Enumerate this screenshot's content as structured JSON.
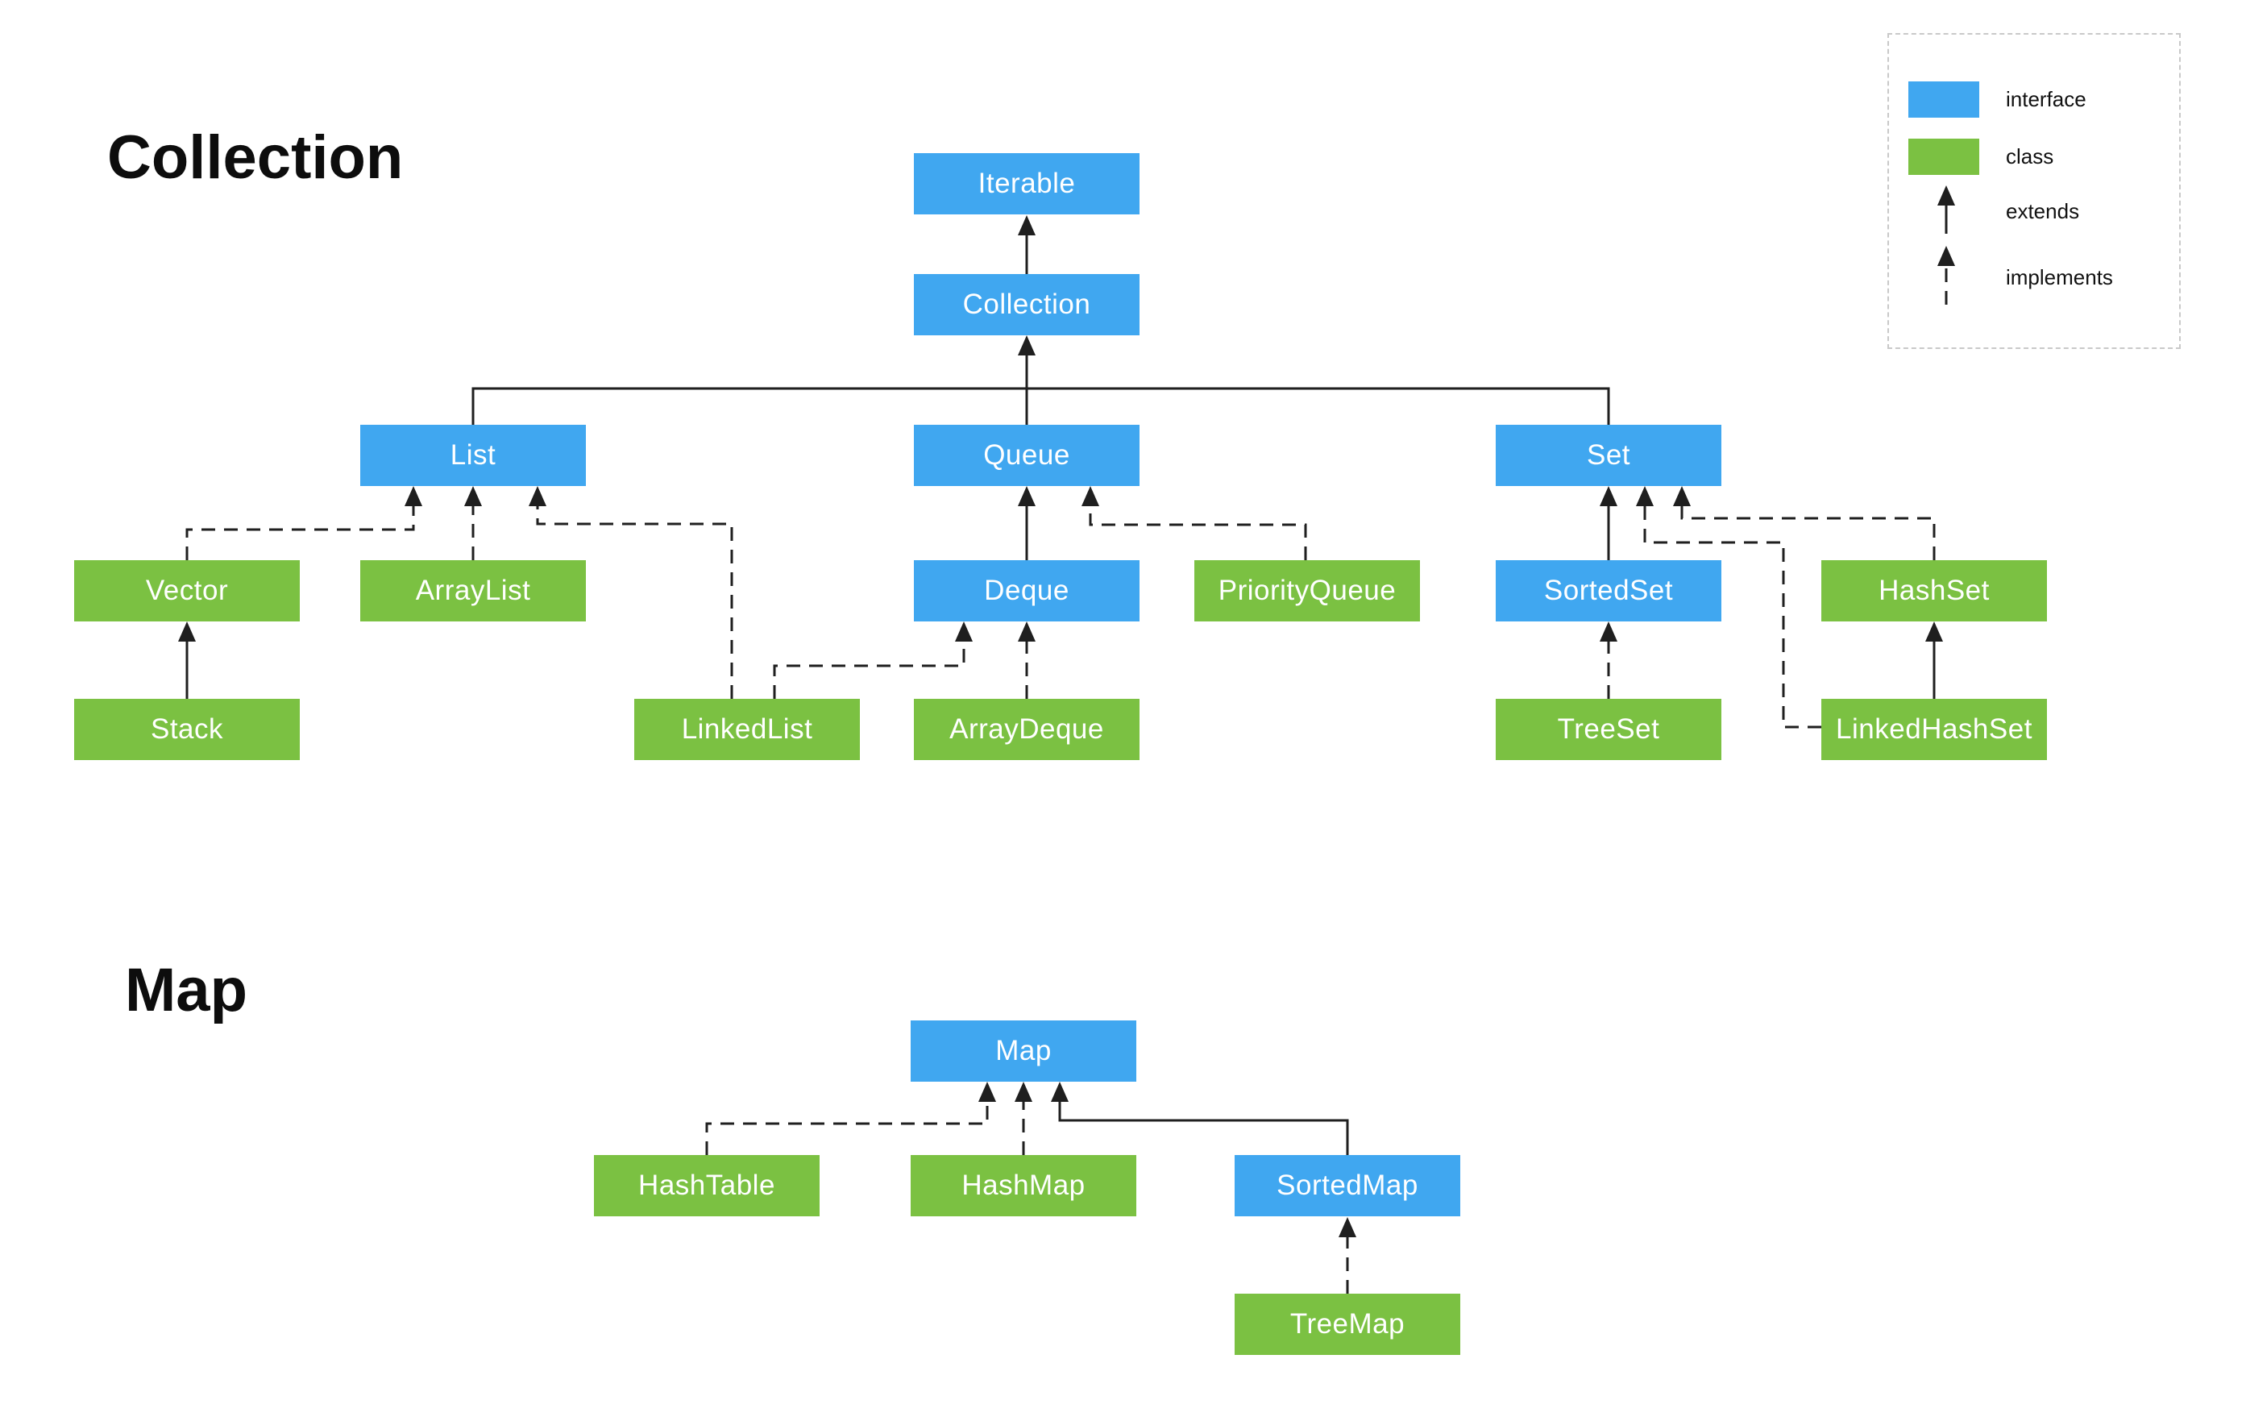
{
  "titles": {
    "collection": "Collection",
    "map": "Map"
  },
  "legend": {
    "interface_label": "interface",
    "class_label": "class",
    "extends_label": "extends",
    "implements_label": "implements"
  },
  "colors": {
    "interface_fill": "#40a7f0",
    "class_fill": "#7bc142",
    "edge_stroke": "#1f1f1f",
    "legend_border": "#c9c9c9",
    "title_color": "#0d0d0d",
    "background": "#ffffff"
  },
  "nodes": {
    "iterable": {
      "label": "Iterable",
      "type": "interface"
    },
    "collection": {
      "label": "Collection",
      "type": "interface"
    },
    "list": {
      "label": "List",
      "type": "interface"
    },
    "queue": {
      "label": "Queue",
      "type": "interface"
    },
    "set": {
      "label": "Set",
      "type": "interface"
    },
    "vector": {
      "label": "Vector",
      "type": "class"
    },
    "arraylist": {
      "label": "ArrayList",
      "type": "class"
    },
    "deque": {
      "label": "Deque",
      "type": "interface"
    },
    "priorityqueue": {
      "label": "PriorityQueue",
      "type": "class"
    },
    "sortedset": {
      "label": "SortedSet",
      "type": "interface"
    },
    "hashset": {
      "label": "HashSet",
      "type": "class"
    },
    "stack": {
      "label": "Stack",
      "type": "class"
    },
    "linkedlist": {
      "label": "LinkedList",
      "type": "class"
    },
    "arraydeque": {
      "label": "ArrayDeque",
      "type": "class"
    },
    "treeset": {
      "label": "TreeSet",
      "type": "class"
    },
    "linkedhashset": {
      "label": "LinkedHashSet",
      "type": "class"
    },
    "map": {
      "label": "Map",
      "type": "interface"
    },
    "hashtable": {
      "label": "HashTable",
      "type": "class"
    },
    "hashmap": {
      "label": "HashMap",
      "type": "class"
    },
    "sortedmap": {
      "label": "SortedMap",
      "type": "interface"
    },
    "treemap": {
      "label": "TreeMap",
      "type": "class"
    }
  },
  "edges": [
    {
      "from": "Collection",
      "to": "Iterable",
      "relation": "extends"
    },
    {
      "from": "List",
      "to": "Collection",
      "relation": "extends"
    },
    {
      "from": "Queue",
      "to": "Collection",
      "relation": "extends"
    },
    {
      "from": "Set",
      "to": "Collection",
      "relation": "extends"
    },
    {
      "from": "Vector",
      "to": "List",
      "relation": "implements"
    },
    {
      "from": "ArrayList",
      "to": "List",
      "relation": "implements"
    },
    {
      "from": "LinkedList",
      "to": "List",
      "relation": "implements"
    },
    {
      "from": "Stack",
      "to": "Vector",
      "relation": "extends"
    },
    {
      "from": "Deque",
      "to": "Queue",
      "relation": "extends"
    },
    {
      "from": "PriorityQueue",
      "to": "Queue",
      "relation": "implements"
    },
    {
      "from": "LinkedList",
      "to": "Deque",
      "relation": "implements"
    },
    {
      "from": "ArrayDeque",
      "to": "Deque",
      "relation": "implements"
    },
    {
      "from": "SortedSet",
      "to": "Set",
      "relation": "extends"
    },
    {
      "from": "HashSet",
      "to": "Set",
      "relation": "implements"
    },
    {
      "from": "LinkedHashSet",
      "to": "Set",
      "relation": "implements"
    },
    {
      "from": "TreeSet",
      "to": "SortedSet",
      "relation": "implements"
    },
    {
      "from": "LinkedHashSet",
      "to": "HashSet",
      "relation": "extends"
    },
    {
      "from": "HashTable",
      "to": "Map",
      "relation": "implements"
    },
    {
      "from": "HashMap",
      "to": "Map",
      "relation": "implements"
    },
    {
      "from": "SortedMap",
      "to": "Map",
      "relation": "extends"
    },
    {
      "from": "TreeMap",
      "to": "SortedMap",
      "relation": "implements"
    }
  ]
}
